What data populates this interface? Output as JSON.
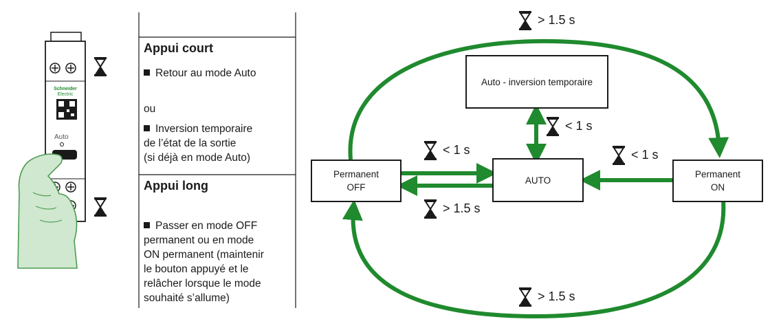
{
  "device": {
    "brand_line1": "Schneider",
    "brand_line2": "Electric",
    "mode_label": "Auto"
  },
  "instructions": {
    "short_press": {
      "title": "Appui court",
      "item1": "Retour au mode Auto",
      "or": "ou",
      "item2_lines": [
        "Inversion temporaire",
        "de l’état de la sortie",
        "(si déjà en mode Auto)"
      ]
    },
    "long_press": {
      "title": "Appui long",
      "item_lines": [
        "Passer en mode OFF",
        "permanent ou en mode",
        "ON permanent (maintenir",
        "le bouton appuyé et le",
        "relâcher lorsque le mode",
        "souhaité s’allume)"
      ]
    }
  },
  "diagram": {
    "states": {
      "auto": "AUTO",
      "temp_inversion": "Auto - inversion temporaire",
      "off_line1": "Permanent",
      "off_line2": "OFF",
      "on_line1": "Permanent",
      "on_line2": "ON"
    },
    "timers": {
      "top_loop": "> 1.5 s",
      "auto_to_inversion": "< 1 s",
      "off_to_auto": "< 1 s",
      "auto_to_off": "> 1.5 s",
      "on_to_auto": "< 1 s",
      "bottom_loop": "> 1.5 s"
    },
    "colors": {
      "arrow": "#1f8a2e",
      "box_border": "#1a1a1a",
      "hand_fill": "#cfe8cf",
      "hand_stroke": "#4e9a52"
    }
  }
}
